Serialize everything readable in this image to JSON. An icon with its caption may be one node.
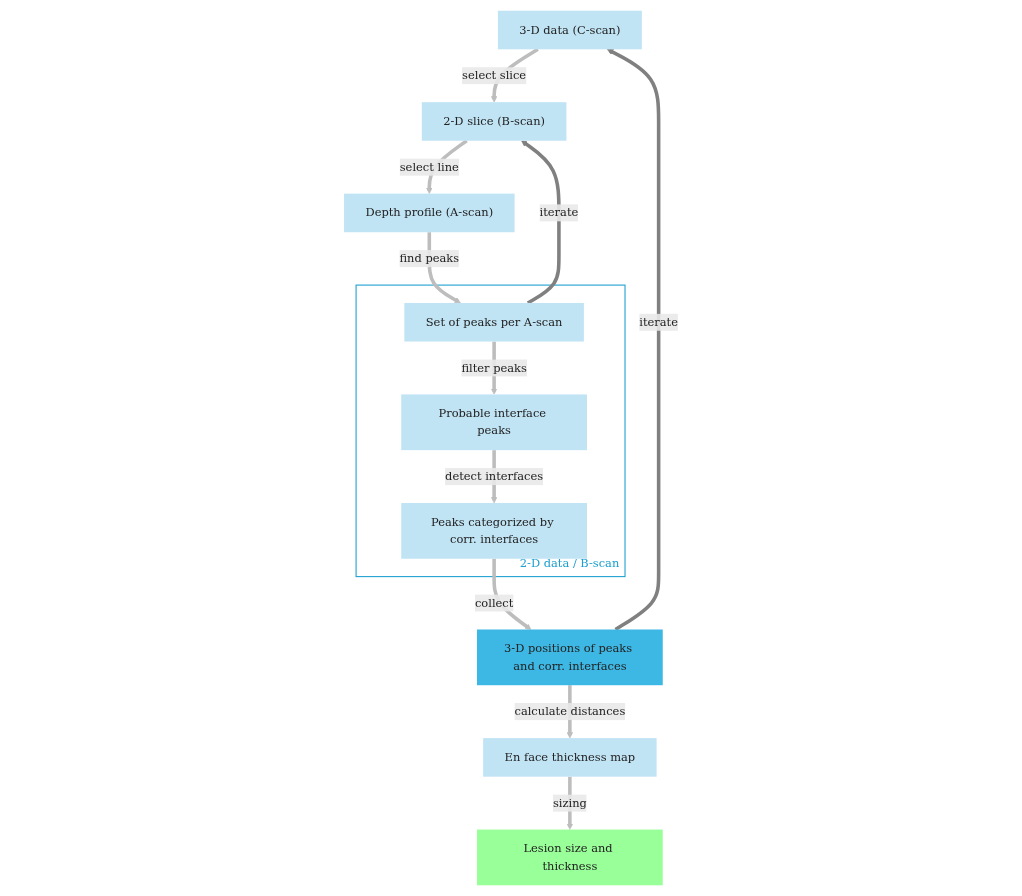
{
  "diagram": {
    "nodes": [
      {
        "text": [
          "3-D data (C-scan)"
        ]
      },
      {
        "text": [
          "2-D slice (B-scan)"
        ]
      },
      {
        "text": [
          "Depth profile (A-scan)"
        ]
      },
      {
        "text": [
          "2-D data / B-scan"
        ]
      },
      {
        "text": [
          "Peaks categorized by corr. interfaces"
        ],
        "in": 3
      },
      {
        "text": [
          "Probable interface peaks"
        ],
        "in": 3
      },
      {
        "text": [
          "Set of peaks per A-scan"
        ],
        "in": 3
      },
      {
        "text": [
          "3-D positions of peaks and corr. interfaces"
        ]
      },
      {
        "text": [
          "En face thickness map"
        ]
      },
      {
        "text": [
          "Lesion size and thickness"
        ]
      }
    ],
    "edges": [
      {
        "from": 0,
        "to": 1,
        "arrow": "to",
        "label": "select slice"
      },
      {
        "from": 1,
        "to": 2,
        "arrow": "to",
        "label": "select line"
      },
      {
        "from": 2,
        "to": 6,
        "arrow": "to",
        "label": "find peaks"
      },
      {
        "from": 6,
        "to": 5,
        "arrow": "to",
        "label": "filter peaks"
      },
      {
        "from": 5,
        "to": 4,
        "arrow": "to",
        "label": "detect interfaces"
      },
      {
        "from": 4,
        "to": 7,
        "arrow": "to",
        "label": "collect"
      },
      {
        "from": 6,
        "to": 1,
        "arrow": "to",
        "label": "iterate",
        "color": "#808080"
      },
      {
        "from": 7,
        "to": 0,
        "arrow": "to",
        "label": "iterate",
        "color": "#808080"
      },
      {
        "from": 7,
        "to": 8,
        "arrow": "to",
        "label": "calculate distances"
      },
      {
        "from": 8,
        "to": 9,
        "arrow": "to",
        "label": "sizing"
      }
    ]
  }
}
